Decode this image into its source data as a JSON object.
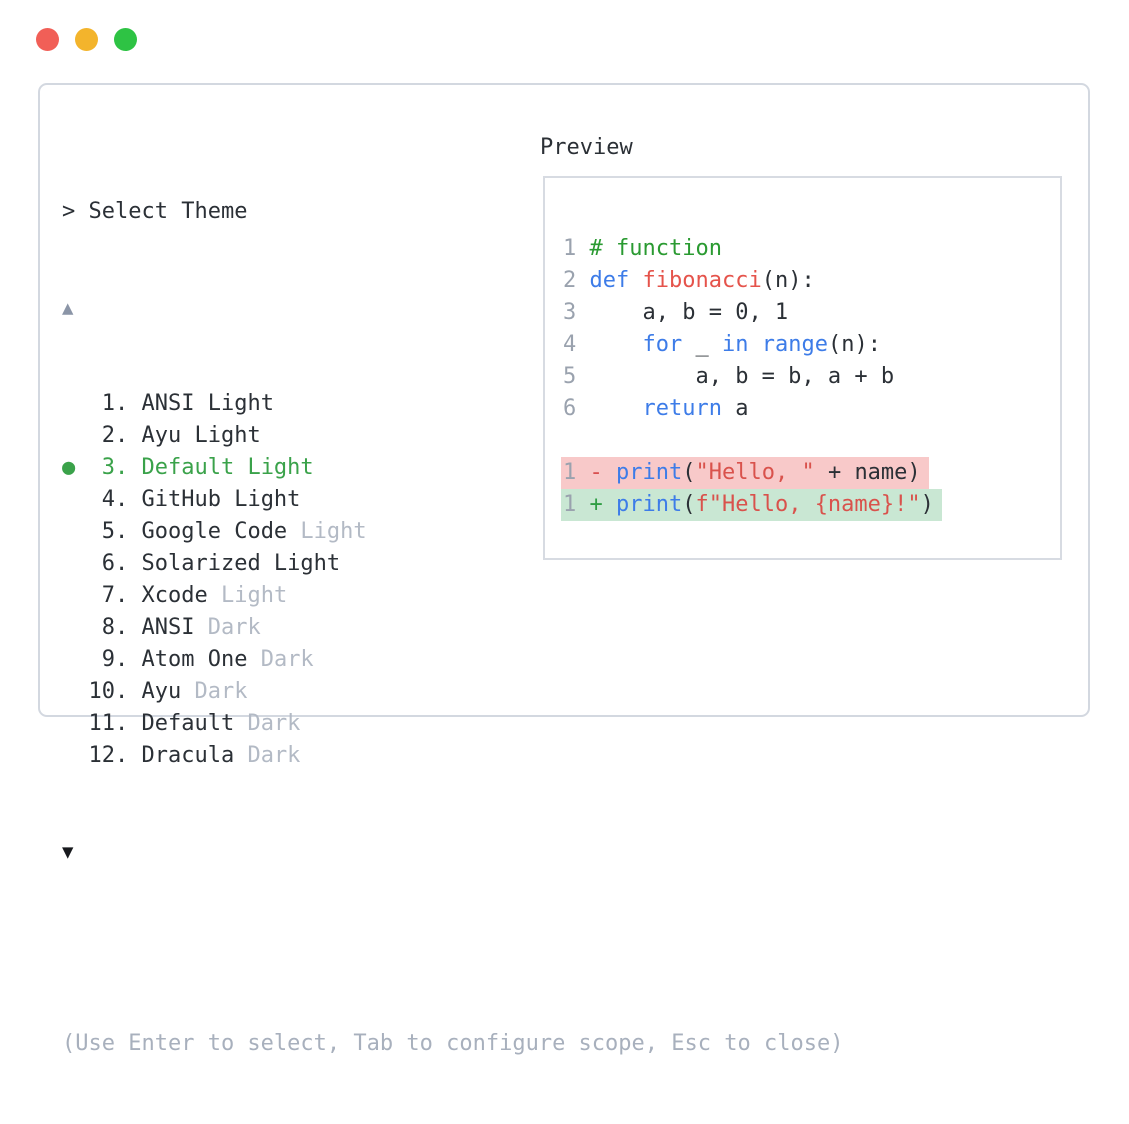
{
  "colors": {
    "fg": "#2b3036",
    "muted": "#b3bac5",
    "help": "#a8b0bd",
    "arrow_up": "#8b95a7",
    "arrow_down": "#17191d",
    "border": "#d3d8e0",
    "pbox_border": "#d7dbe2",
    "lno": "#9aa2ae",
    "green_sel": "#3aa24a",
    "comment": "#2a9a31",
    "kw": "#3d7ce8",
    "fn": "#e5534b",
    "str": "#d9524c",
    "minus": "#d94f4f",
    "plus": "#2f9e44",
    "bg_removed": "#f8c9c9",
    "bg_added": "#c9e7d3",
    "light_red": "#f15f57",
    "light_yellow": "#f3b42c",
    "light_green": "#2ec344"
  },
  "window": {
    "controls": [
      "close",
      "minimize",
      "zoom"
    ]
  },
  "picker": {
    "prompt_caret": ">",
    "title": "Select Theme",
    "scroll_up_glyph": "▲",
    "scroll_down_glyph": "▼",
    "selected_bullet_glyph": "●",
    "help_text": "(Use Enter to select, Tab to configure scope, Esc to close)",
    "items": [
      {
        "num": "1",
        "label": "ANSI Light",
        "muted": "",
        "selected": false
      },
      {
        "num": "2",
        "label": "Ayu Light",
        "muted": "",
        "selected": false
      },
      {
        "num": "3",
        "label": "Default Light",
        "muted": "",
        "selected": true
      },
      {
        "num": "4",
        "label": "GitHub Light",
        "muted": "",
        "selected": false
      },
      {
        "num": "5",
        "label": "Google Code",
        "muted": "Light",
        "selected": false
      },
      {
        "num": "6",
        "label": "Solarized Light",
        "muted": "",
        "selected": false
      },
      {
        "num": "7",
        "label": "Xcode",
        "muted": "Light",
        "selected": false
      },
      {
        "num": "8",
        "label": "ANSI",
        "muted": "Dark",
        "selected": false
      },
      {
        "num": "9",
        "label": "Atom One",
        "muted": "Dark",
        "selected": false
      },
      {
        "num": "10",
        "label": "Ayu",
        "muted": "Dark",
        "selected": false
      },
      {
        "num": "11",
        "label": "Default",
        "muted": "Dark",
        "selected": false
      },
      {
        "num": "12",
        "label": "Dracula",
        "muted": "Dark",
        "selected": false
      }
    ]
  },
  "preview": {
    "title": "Preview",
    "code_lines": [
      {
        "num": "1",
        "tokens": [
          [
            "# function",
            "comment"
          ]
        ]
      },
      {
        "num": "2",
        "tokens": [
          [
            "def",
            "kw"
          ],
          [
            " ",
            "plain"
          ],
          [
            "fibonacci",
            "fn"
          ],
          [
            "(n):",
            "plain"
          ]
        ]
      },
      {
        "num": "3",
        "tokens": [
          [
            "    a, b = 0, 1",
            "plain"
          ]
        ]
      },
      {
        "num": "4",
        "tokens": [
          [
            "    ",
            "plain"
          ],
          [
            "for",
            "kw"
          ],
          [
            " _ ",
            "plain"
          ],
          [
            "in",
            "kw"
          ],
          [
            " ",
            "plain"
          ],
          [
            "range",
            "kw"
          ],
          [
            "(n):",
            "plain"
          ]
        ]
      },
      {
        "num": "5",
        "tokens": [
          [
            "        a, b = b, a + b",
            "plain"
          ]
        ]
      },
      {
        "num": "6",
        "tokens": [
          [
            "    ",
            "plain"
          ],
          [
            "return",
            "kw"
          ],
          [
            " a",
            "plain"
          ]
        ]
      },
      {
        "blank": true
      },
      {
        "num": "1",
        "sign": "-",
        "diff": "removed",
        "tokens": [
          [
            "print",
            "kw"
          ],
          [
            "(",
            "plain"
          ],
          [
            "\"Hello, \"",
            "str"
          ],
          [
            " + name)",
            "plain"
          ]
        ]
      },
      {
        "num": "1",
        "sign": "+",
        "diff": "added",
        "tokens": [
          [
            "print",
            "kw"
          ],
          [
            "(",
            "plain"
          ],
          [
            "f\"Hello, {name}!\"",
            "str"
          ],
          [
            ")",
            "plain"
          ]
        ]
      }
    ]
  }
}
